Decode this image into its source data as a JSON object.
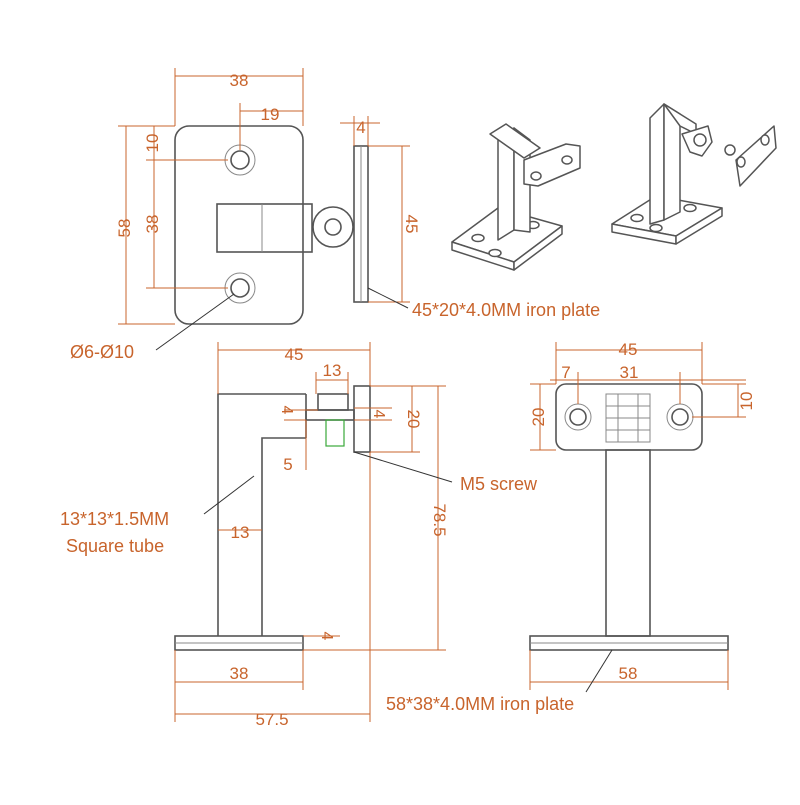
{
  "top_view": {
    "width": "38",
    "hole_offset": "19",
    "plate_thickness": "4",
    "top_offset": "10",
    "height": "58",
    "hole_spacing": "38",
    "side_plate_height": "45",
    "hole_diameter": "Ø6-Ø10",
    "side_plate_label": "45*20*4.0MM iron plate"
  },
  "side_view": {
    "width": "45",
    "bracket_width": "13",
    "small_dim_a": "4",
    "small_dim_b": "4",
    "plate_height": "20",
    "offset": "5",
    "screw_label": "M5 screw",
    "tube_label_line1": "13*13*1.5MM",
    "tube_label_line2": "Square tube",
    "tube_size": "13",
    "total_height": "78.5",
    "base_thickness": "4",
    "base_inner": "38",
    "base_total": "57.5"
  },
  "front_view": {
    "width": "45",
    "left_offset": "7",
    "hole_spacing": "31",
    "plate_height": "20",
    "top_offset": "10",
    "base_width": "58",
    "base_label": "58*38*4.0MM iron plate"
  },
  "colors": {
    "dimension": "#c8642c",
    "outline": "#555555",
    "accent_green": "#3aa83a"
  }
}
